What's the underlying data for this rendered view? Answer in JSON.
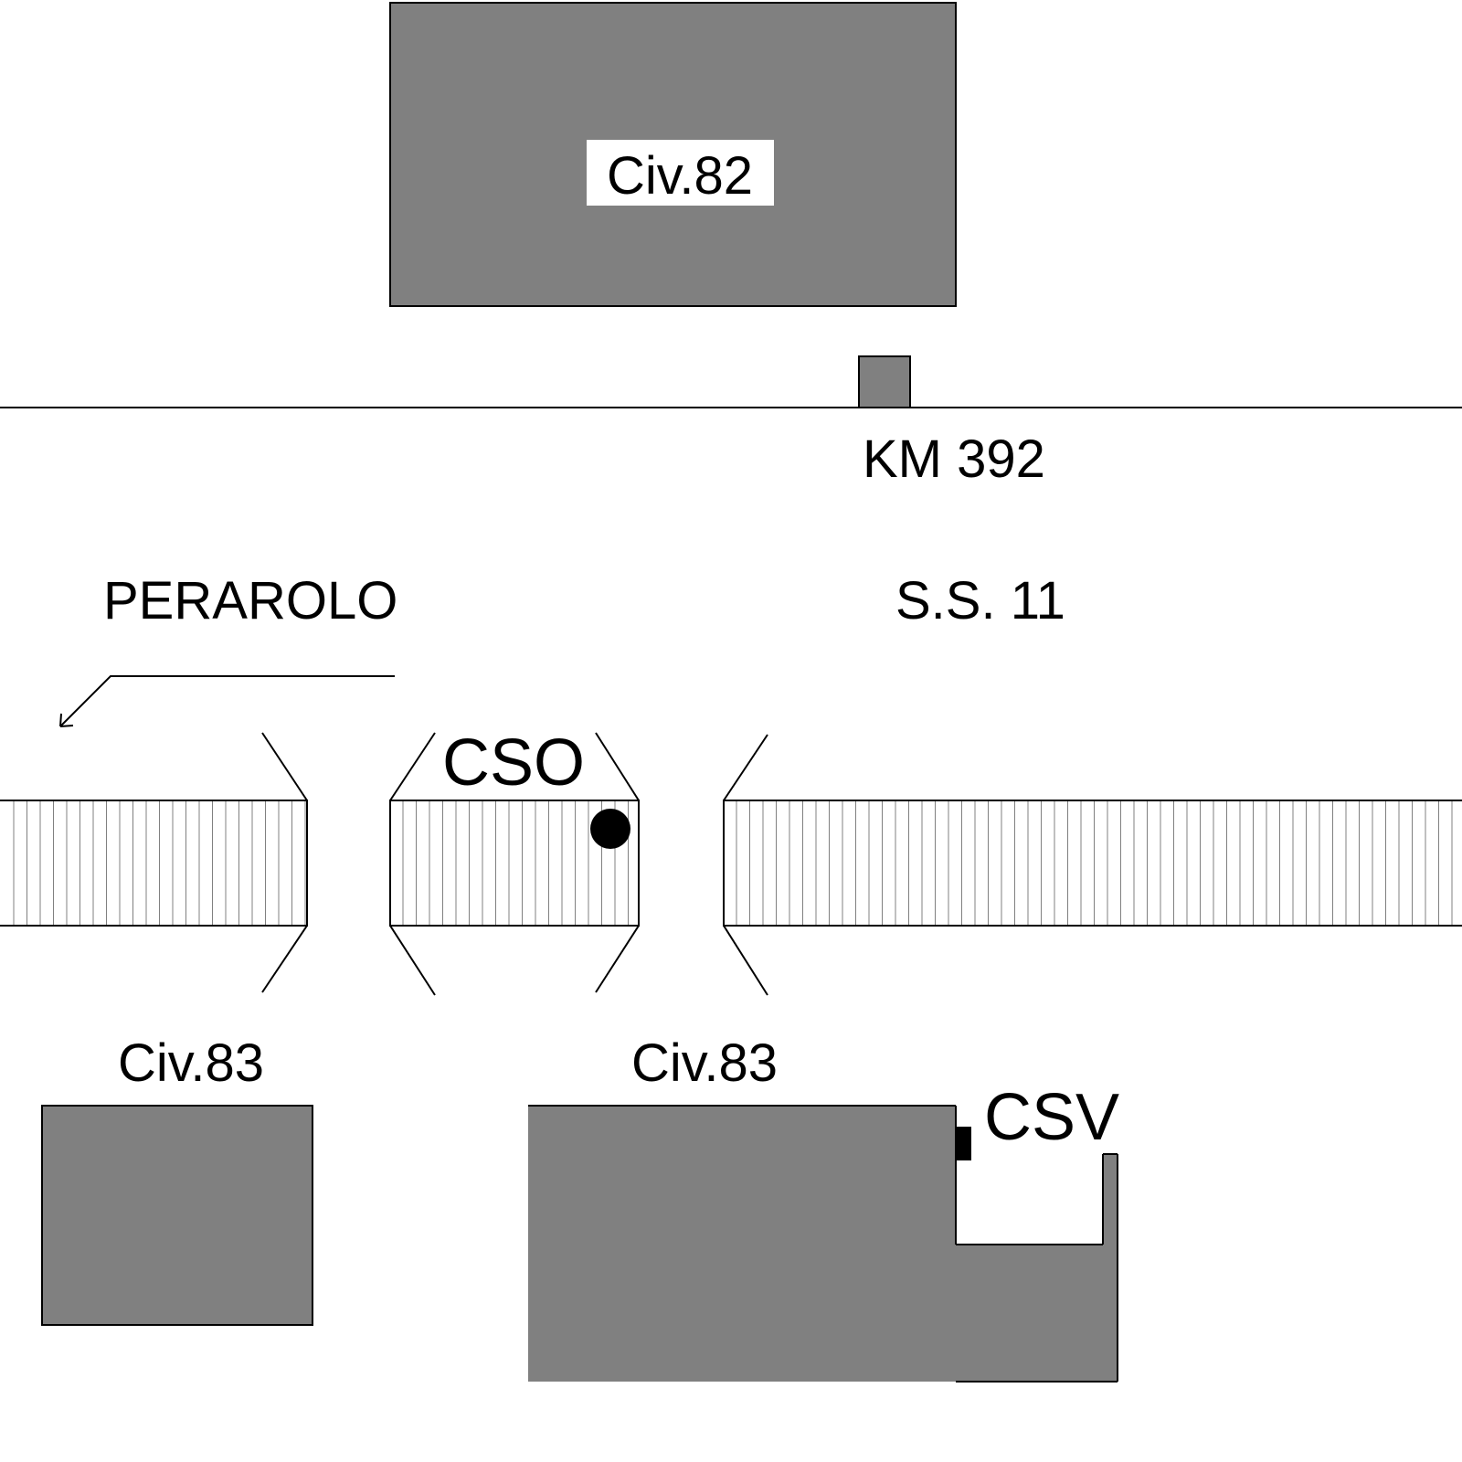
{
  "labels": {
    "civ82": "Civ.82",
    "km": "KM 392",
    "town": "PERAROLO",
    "road": "S.S. 11",
    "cso": "CSO",
    "civ83_left": "Civ.83",
    "civ83_right": "Civ.83",
    "csv": "CSV"
  },
  "colors": {
    "building": "#808080",
    "stroke": "#000000",
    "background": "#ffffff",
    "hatch": "#808080"
  }
}
